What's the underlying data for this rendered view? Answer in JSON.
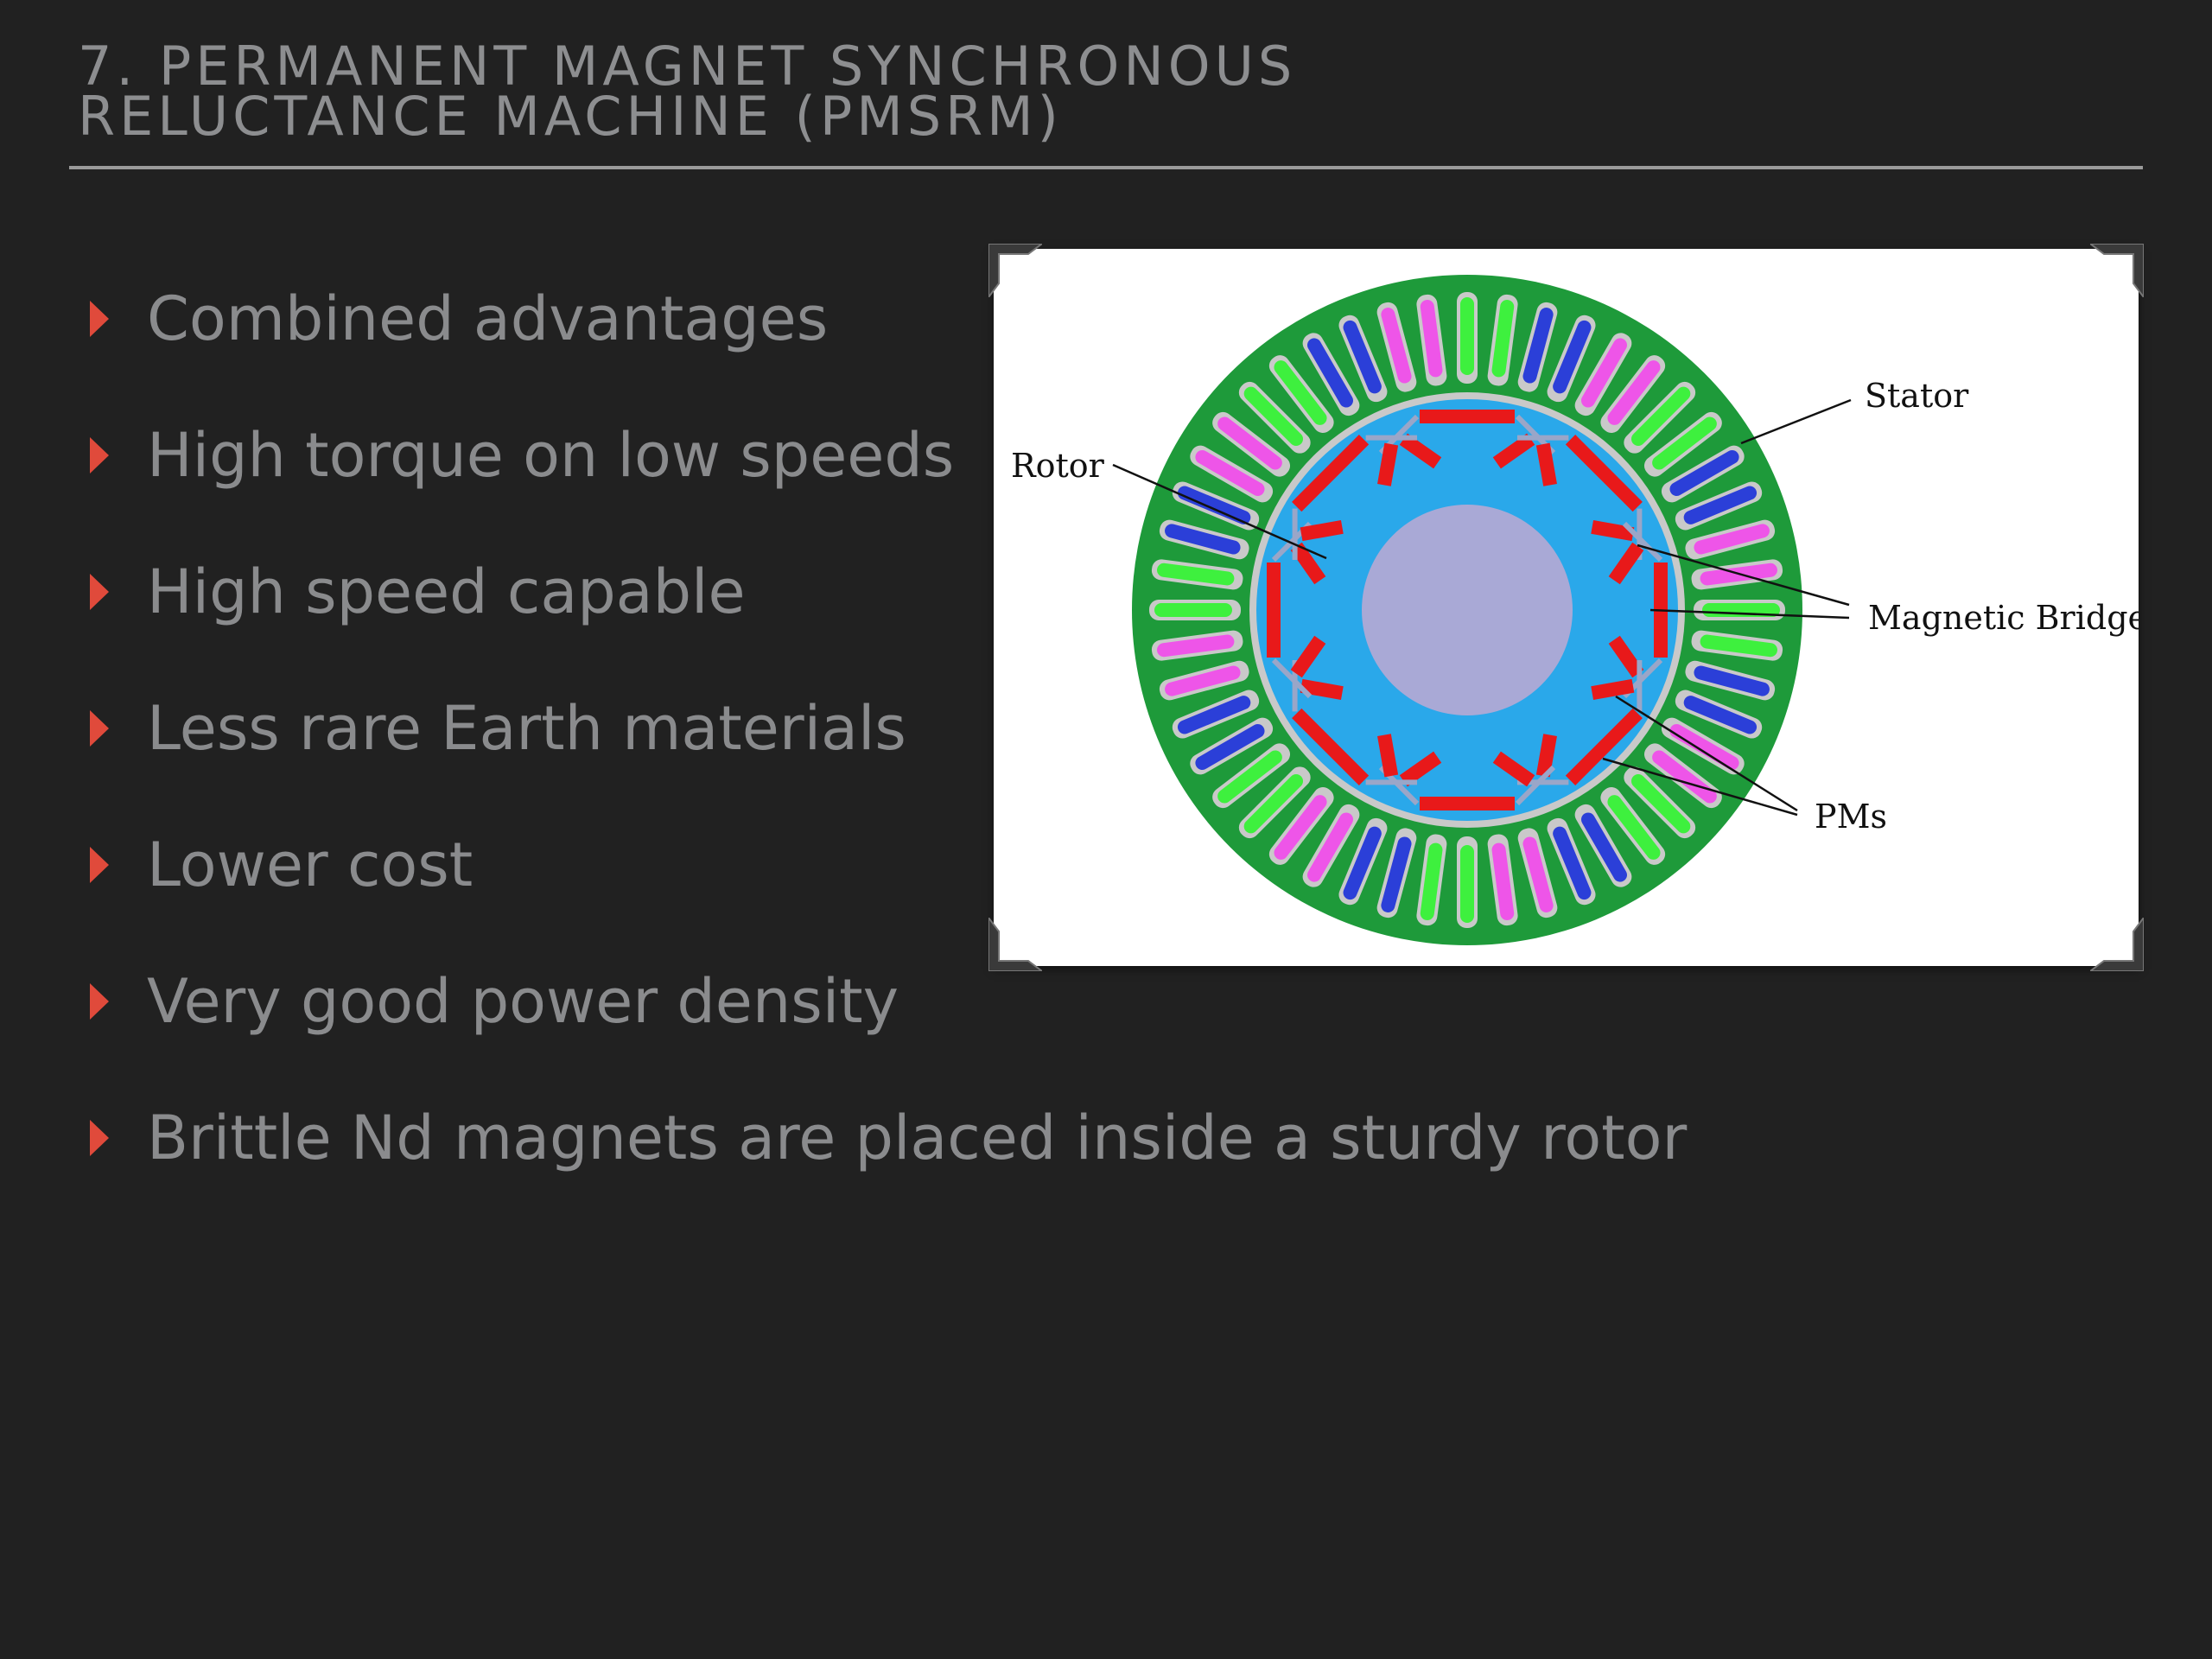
{
  "slide": {
    "title_line1": "7. Permanent Magnet Synchronous",
    "title_line2": "Reluctance Machine (PMSRM)",
    "bullets": [
      "Combined advantages",
      "High torque on low speeds",
      "High speed capable",
      "Less rare Earth materials",
      "Lower cost",
      "Very good power density",
      "Brittle Nd magnets are placed inside a sturdy rotor"
    ],
    "bullet_icon": "triangle-right-icon",
    "accent_color": "#e04a3b"
  },
  "figure": {
    "labels": {
      "rotor": "Rotor",
      "stator": "Stator",
      "magnetic_bridge": "Magnetic Bridge",
      "pms": "PMs"
    },
    "colors": {
      "stator": "#1e9a3a",
      "rotor": "#2aa8ea",
      "shaft": "#a9a9d6",
      "magnet": "#e8191a",
      "coil_green": "#3ef03e",
      "coil_blue": "#2b3fd8",
      "coil_magenta": "#ee55e8"
    }
  }
}
